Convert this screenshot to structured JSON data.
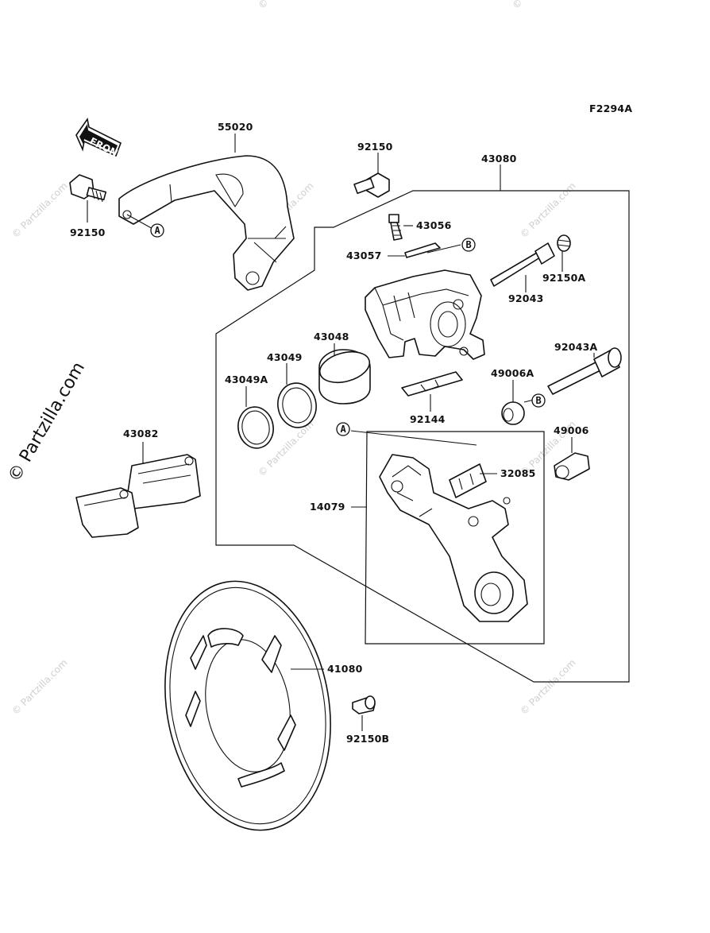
{
  "figure_code": "F2294A",
  "front_label": "FRONT",
  "callouts": {
    "a": "A",
    "b": "B"
  },
  "watermark": "© Partzilla.com",
  "parts": {
    "p55020": "55020",
    "p92150": "92150",
    "p92150_left": "92150",
    "p43080": "43080",
    "p43056": "43056",
    "p43057": "43057",
    "p92150A": "92150A",
    "p92043": "92043",
    "p43048": "43048",
    "p43049": "43049",
    "p43049A": "43049A",
    "p92043A": "92043A",
    "p49006A": "49006A",
    "p92144": "92144",
    "p43082": "43082",
    "p49006": "49006",
    "p32085": "32085",
    "p14079": "14079",
    "p41080": "41080",
    "p92150B": "92150B"
  }
}
